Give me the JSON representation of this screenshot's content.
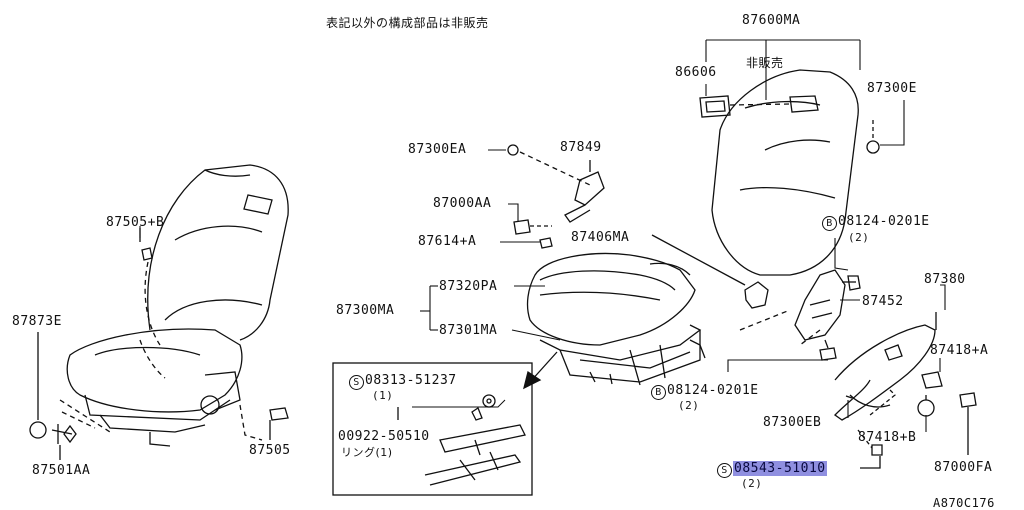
{
  "header_note": "表記以外の構成部品は非販売",
  "diagram_code": "A870C176",
  "parts": {
    "seat_assy": "87600MA",
    "not_sold": "非販売",
    "p86606": "86606",
    "p87300E": "87300E",
    "p87300EA": "87300EA",
    "p87849": "87849",
    "p87000AA": "87000AA",
    "p87614A": "87614+A",
    "p87406MA": "87406MA",
    "p08124_top": "08124-0201E",
    "p08124_top_qty": "(2)",
    "p87380": "87380",
    "p87452": "87452",
    "p87300MA": "87300MA",
    "p87320PA": "87320PA",
    "p87301MA": "87301MA",
    "p87418A": "87418+A",
    "p08124_mid": "08124-0201E",
    "p08124_mid_qty": "(2)",
    "p87300EB": "87300EB",
    "p87418B": "87418+B",
    "p87000FA": "87000FA",
    "p08543": "08543-51010",
    "p08543_qty": "(2)",
    "p87505B": "87505+B",
    "p87873E": "87873E",
    "p87501AA": "87501AA",
    "p87505": "87505"
  },
  "inset": {
    "screw": "08313-51237",
    "screw_qty": "(1)",
    "ring": "00922-50510",
    "ring_desc": "リング(1)"
  },
  "highlight_color": "#8f8fe0"
}
